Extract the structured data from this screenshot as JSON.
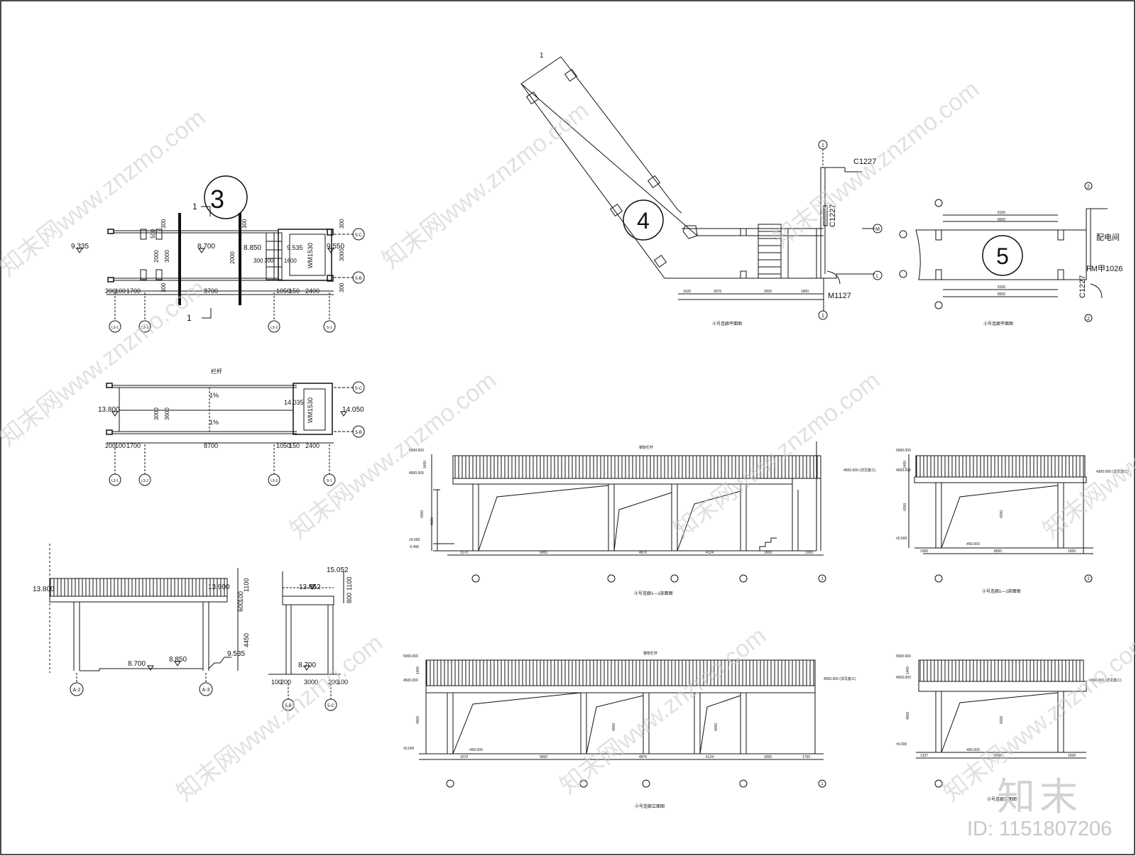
{
  "plan3": {
    "number": "3",
    "sec_mark": "1",
    "lvl_left": "9.335",
    "lvl_mid": "8.700",
    "lvl_850": "8.850",
    "lvl_9535": "9.535",
    "lvl_right": "9.550",
    "door": "WM1530",
    "dim_bottom": [
      "200",
      "100",
      "1700",
      "8700",
      "1050",
      "150",
      "2400"
    ],
    "dim_v": [
      "300",
      "2000",
      "3000",
      "300",
      "500"
    ],
    "stairs": [
      "300",
      "300",
      "1600"
    ],
    "axes_right": [
      "5-C",
      "5-B"
    ],
    "axes_bottom": [
      "L3-1",
      "L3-2",
      "L3-3",
      "5-1"
    ]
  },
  "roof3": {
    "lvl_left": "13.800",
    "lvl_right": "14.050",
    "lvl_door": "14.035",
    "rail": "栏杆",
    "slope": "1%",
    "door": "WM1530",
    "dim_bottom": [
      "200",
      "100",
      "1700",
      "8700",
      "1050",
      "150",
      "2400"
    ],
    "dim_v": [
      "3000",
      "3600"
    ],
    "axes_right": [
      "5-C",
      "5-B"
    ],
    "axes_bottom": [
      "L3-1",
      "L3-2",
      "L3-3",
      "5-1"
    ]
  },
  "elev3a": {
    "top_left": "13.800",
    "top_right": "13.900",
    "lvl_floor": "8.700",
    "lvl_step": "8.850",
    "lvl_right": "9.535",
    "dims_right": [
      "1100",
      "100",
      "600",
      "4450"
    ],
    "axes": [
      "A-2",
      "A-3"
    ]
  },
  "elev3b": {
    "top": "15.052",
    "lvl_roof": "13.952",
    "lvl_floor": "8.700",
    "dims_right": [
      "1100",
      "800"
    ],
    "dim_bottom": [
      "100",
      "200",
      "3000",
      "200",
      "100"
    ],
    "axes": [
      "5-B",
      "5-C"
    ]
  },
  "plan4": {
    "number": "4",
    "sec_mark": "1",
    "doors": [
      "C1227",
      "C1227",
      "M1127"
    ],
    "axes_right": [
      "M",
      "L"
    ],
    "axis_top": "1",
    "caption": "④号连廊平面图",
    "dims_bottom": [
      "1620",
      "3076",
      "2600",
      "1800"
    ]
  },
  "plan5": {
    "number": "5",
    "room": "配电间",
    "doors": [
      "FM甲1026",
      "C1227"
    ],
    "axis": "2",
    "dims_top": [
      "8100",
      "8500"
    ],
    "caption": "⑤号连廊平面图"
  },
  "sec4": {
    "caption": "④号连廊1—1剖面图",
    "note": "钢管栏杆",
    "lvl_top": "5900.000",
    "lvl_mid": "4500.000",
    "lvl_floor": "±0.000",
    "lvl_low": "-0.450",
    "right_label": "4500.000 (详见施工)",
    "dims_bottom": [
      "1570",
      "9000",
      "4876",
      "4124",
      "3000",
      "1000"
    ],
    "dims_v": [
      "1400",
      "4300",
      "4000"
    ]
  },
  "sec5": {
    "caption": "⑤号连廊1—1剖面图",
    "lvl_top": "5900.000",
    "lvl_mid": "4500.000",
    "lvl_floor": "±0.000",
    "lvl_low": "-450.000",
    "right_label": "4300.000 (详见施工)",
    "dims_bottom": [
      "1000",
      "8500",
      "1500"
    ],
    "dims_v": [
      "1400",
      "4300",
      "4200"
    ]
  },
  "elev4": {
    "caption": "④号连廊立面图",
    "note": "钢管栏杆",
    "lvl_top": "5900.000",
    "lvl_mid": "4500.000",
    "lvl_floor": "±0.000",
    "lvl_low": "-450.000",
    "right_label": "4500.000 (详见施工)",
    "dims_bottom": [
      "1570",
      "9000",
      "4876",
      "4124",
      "3000",
      "1700"
    ],
    "dims_v": [
      "1400",
      "4500",
      "4000",
      "4000"
    ]
  },
  "elev5": {
    "caption": "⑤号连廊立面图",
    "lvl_top": "5900.000",
    "lvl_mid": "4500.000",
    "lvl_floor": "±0.000",
    "lvl_low": "-450.000",
    "right_label": "4300.000 (详见施工)",
    "dims_bottom": [
      "1337",
      "8500",
      "1500"
    ],
    "dims_v": [
      "1400",
      "4500",
      "4200"
    ]
  },
  "watermark": {
    "text": "知末网www.znzmo.com",
    "logo": "知末",
    "id": "ID: 1151807206"
  }
}
